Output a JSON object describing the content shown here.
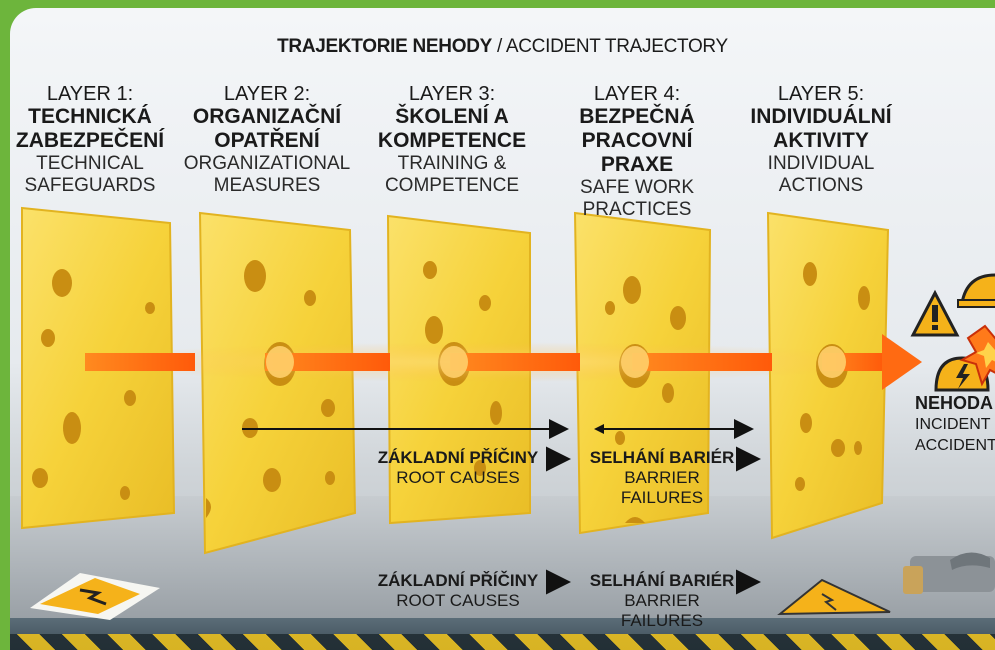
{
  "title": {
    "bold": "TRAJEKTORIE NEHODY",
    "rest": " / ACCIDENT TRAJECTORY"
  },
  "layers": [
    {
      "num": "LAYER 1:",
      "cz": [
        "TECHNICKÁ",
        "ZABEZPEČENÍ"
      ],
      "en": [
        "TECHNICAL",
        "SAFEGUARDS"
      ]
    },
    {
      "num": "LAYER 2:",
      "cz": [
        "ORGANIZAČNÍ",
        "OPATŘENÍ"
      ],
      "en": [
        "ORGANIZATIONAL",
        "MEASURES"
      ]
    },
    {
      "num": "LAYER 3:",
      "cz": [
        "ŠKOLENÍ A",
        "KOMPETENCE"
      ],
      "en": [
        "TRAINING &",
        "COMPETENCE"
      ]
    },
    {
      "num": "LAYER 4:",
      "cz": [
        "BEZPEČNÁ",
        "PRACOVNÍ PRAXE"
      ],
      "en": [
        "SAFE WORK",
        "PRACTICES"
      ]
    },
    {
      "num": "LAYER 5:",
      "cz": [
        "INDIVIDUÁLNÍ",
        "AKTIVITY"
      ],
      "en": [
        "INDIVIDUAL",
        "ACTIONS"
      ]
    }
  ],
  "annotations": {
    "root_cz": "ZÁKLADNÍ PŘÍČINY",
    "root_en": "ROOT CAUSES",
    "barrier_cz": "SELHÁNÍ BARIÉR",
    "barrier_en": "BARRIER FAILURES"
  },
  "outcome": {
    "cz": "NEHODA",
    "en1": "INCIDENT",
    "en2": "ACCIDENT"
  },
  "colors": {
    "cheese": "#f6d23a",
    "cheese_edge": "#e2b320",
    "trajectory": "#ff6a12",
    "glow": "#ffb347",
    "warning": "#f5b21a",
    "frame": "#6db53c"
  },
  "icons": [
    "warning-triangle-icon",
    "hard-hat-icon",
    "electric-hazard-icon",
    "explosion-icon",
    "tool-icon"
  ]
}
